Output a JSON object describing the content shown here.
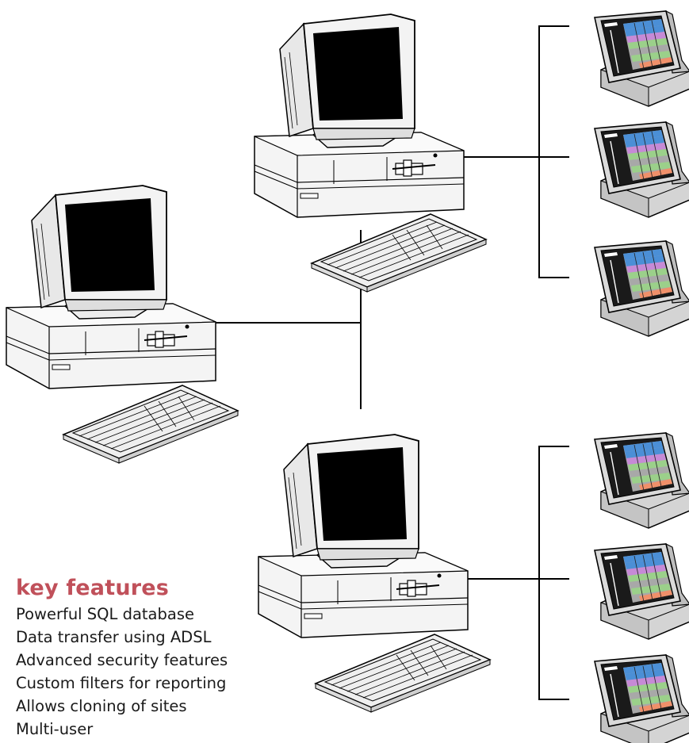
{
  "colors": {
    "accent": "#c0505a",
    "line": "#000000",
    "screen": "#000000",
    "case": "#f2f2f2",
    "terminal_body": "#d6d6d6",
    "key_blue": "#4b8fd6",
    "key_green": "#9bd08a",
    "key_purple": "#c68ad6",
    "key_orange": "#f0906a",
    "key_gray": "#a8a8a8"
  },
  "diagram": {
    "nodes": [
      {
        "id": "main-server",
        "type": "desktop-computer-icon"
      },
      {
        "id": "site-server-top",
        "type": "desktop-computer-icon"
      },
      {
        "id": "site-server-bottom",
        "type": "desktop-computer-icon"
      },
      {
        "id": "pos-terminal-1",
        "type": "pos-terminal-icon"
      },
      {
        "id": "pos-terminal-2",
        "type": "pos-terminal-icon"
      },
      {
        "id": "pos-terminal-3",
        "type": "pos-terminal-icon"
      },
      {
        "id": "pos-terminal-4",
        "type": "pos-terminal-icon"
      },
      {
        "id": "pos-terminal-5",
        "type": "pos-terminal-icon"
      },
      {
        "id": "pos-terminal-6",
        "type": "pos-terminal-icon"
      }
    ],
    "links": [
      [
        "main-server",
        "site-server-top"
      ],
      [
        "main-server",
        "site-server-bottom"
      ],
      [
        "site-server-top",
        "pos-terminal-1"
      ],
      [
        "site-server-top",
        "pos-terminal-2"
      ],
      [
        "site-server-top",
        "pos-terminal-3"
      ],
      [
        "site-server-bottom",
        "pos-terminal-4"
      ],
      [
        "site-server-bottom",
        "pos-terminal-5"
      ],
      [
        "site-server-bottom",
        "pos-terminal-6"
      ]
    ]
  },
  "features": {
    "heading": "key features",
    "items": [
      "Powerful SQL database",
      "Data transfer using ADSL",
      "Advanced security features",
      "Custom filters for reporting",
      "Allows cloning of sites",
      "Multi-user"
    ]
  }
}
